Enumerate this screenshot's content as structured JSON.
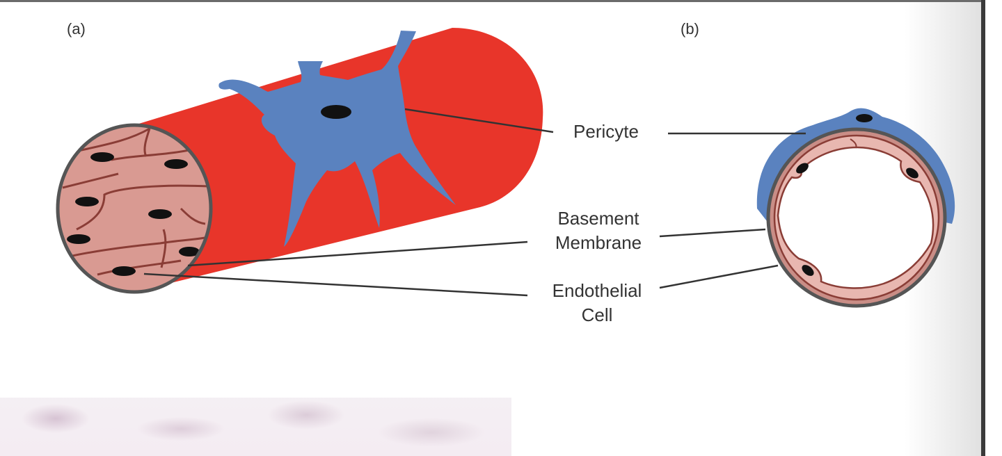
{
  "panels": {
    "a_label": "(a)",
    "b_label": "(b)"
  },
  "labels": {
    "pericyte": "Pericyte",
    "basement_line1": "Basement",
    "basement_line2": "Membrane",
    "endothelial_line1": "Endothelial",
    "endothelial_line2": "Cell"
  },
  "colors": {
    "vessel_red": "#e8352a",
    "pericyte_blue": "#5a82bf",
    "endothelium_pink": "#d99a92",
    "cell_border": "#8a3d36",
    "nucleus": "#111111",
    "outline_gray": "#555555"
  }
}
